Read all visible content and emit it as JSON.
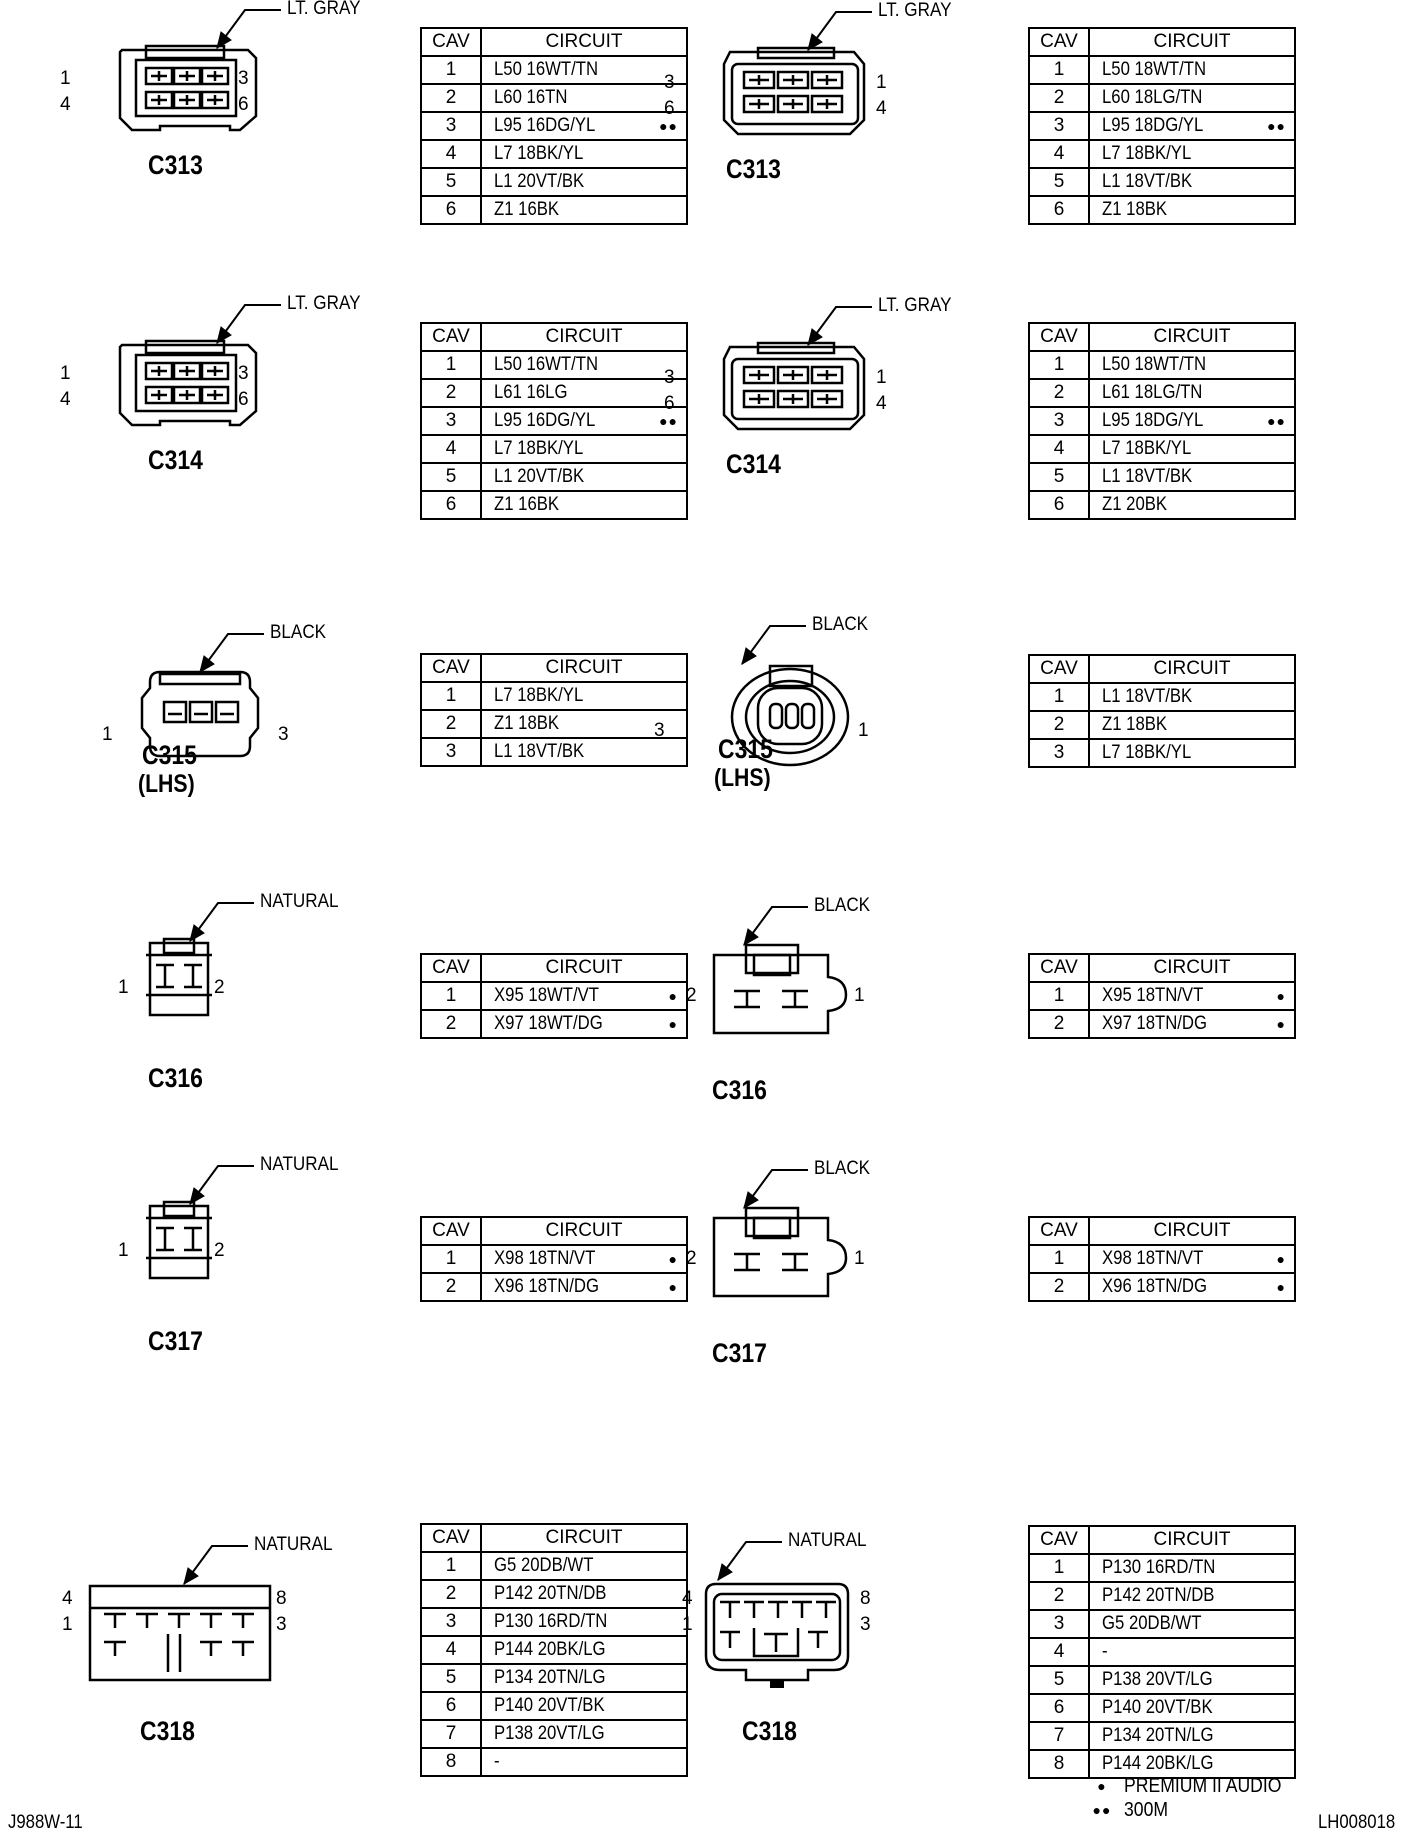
{
  "connectors": [
    {
      "name": "C313",
      "sub": "",
      "color": "LT. GRAY",
      "shape": "six-a",
      "pins": [
        "1",
        "3",
        "4",
        "6"
      ],
      "table": {
        "cav_header": "CAV",
        "circuit_header": "CIRCUIT",
        "rows": [
          {
            "cav": "1",
            "circuit": "L50 16WT/TN",
            "mark": ""
          },
          {
            "cav": "2",
            "circuit": "L60 16TN",
            "mark": ""
          },
          {
            "cav": "3",
            "circuit": "L95 16DG/YL",
            "mark": "●●"
          },
          {
            "cav": "4",
            "circuit": "L7 18BK/YL",
            "mark": ""
          },
          {
            "cav": "5",
            "circuit": "L1 20VT/BK",
            "mark": ""
          },
          {
            "cav": "6",
            "circuit": "Z1 16BK",
            "mark": ""
          }
        ]
      }
    },
    {
      "name": "C313",
      "sub": "",
      "color": "LT. GRAY",
      "shape": "six-b",
      "pins": [
        "3",
        "1",
        "6",
        "4"
      ],
      "table": {
        "cav_header": "CAV",
        "circuit_header": "CIRCUIT",
        "rows": [
          {
            "cav": "1",
            "circuit": "L50 18WT/TN",
            "mark": ""
          },
          {
            "cav": "2",
            "circuit": "L60 18LG/TN",
            "mark": ""
          },
          {
            "cav": "3",
            "circuit": "L95 18DG/YL",
            "mark": "●●"
          },
          {
            "cav": "4",
            "circuit": "L7 18BK/YL",
            "mark": ""
          },
          {
            "cav": "5",
            "circuit": "L1 18VT/BK",
            "mark": ""
          },
          {
            "cav": "6",
            "circuit": "Z1 18BK",
            "mark": ""
          }
        ]
      }
    },
    {
      "name": "C314",
      "sub": "",
      "color": "LT. GRAY",
      "shape": "six-a",
      "pins": [
        "1",
        "3",
        "4",
        "6"
      ],
      "table": {
        "cav_header": "CAV",
        "circuit_header": "CIRCUIT",
        "rows": [
          {
            "cav": "1",
            "circuit": "L50 16WT/TN",
            "mark": ""
          },
          {
            "cav": "2",
            "circuit": "L61 16LG",
            "mark": ""
          },
          {
            "cav": "3",
            "circuit": "L95 16DG/YL",
            "mark": "●●"
          },
          {
            "cav": "4",
            "circuit": "L7 18BK/YL",
            "mark": ""
          },
          {
            "cav": "5",
            "circuit": "L1 20VT/BK",
            "mark": ""
          },
          {
            "cav": "6",
            "circuit": "Z1 16BK",
            "mark": ""
          }
        ]
      }
    },
    {
      "name": "C314",
      "sub": "",
      "color": "LT. GRAY",
      "shape": "six-b",
      "pins": [
        "3",
        "1",
        "6",
        "4"
      ],
      "table": {
        "cav_header": "CAV",
        "circuit_header": "CIRCUIT",
        "rows": [
          {
            "cav": "1",
            "circuit": "L50 18WT/TN",
            "mark": ""
          },
          {
            "cav": "2",
            "circuit": "L61 18LG/TN",
            "mark": ""
          },
          {
            "cav": "3",
            "circuit": "L95 18DG/YL",
            "mark": "●●"
          },
          {
            "cav": "4",
            "circuit": "L7 18BK/YL",
            "mark": ""
          },
          {
            "cav": "5",
            "circuit": "L1 18VT/BK",
            "mark": ""
          },
          {
            "cav": "6",
            "circuit": "Z1 20BK",
            "mark": ""
          }
        ]
      }
    },
    {
      "name": "C315",
      "sub": "(LHS)",
      "color": "BLACK",
      "shape": "three-a",
      "pins": [
        "1",
        "3"
      ],
      "table": {
        "cav_header": "CAV",
        "circuit_header": "CIRCUIT",
        "rows": [
          {
            "cav": "1",
            "circuit": "L7 18BK/YL",
            "mark": ""
          },
          {
            "cav": "2",
            "circuit": "Z1 18BK",
            "mark": ""
          },
          {
            "cav": "3",
            "circuit": "L1 18VT/BK",
            "mark": ""
          }
        ]
      }
    },
    {
      "name": "C315",
      "sub": "(LHS)",
      "color": "BLACK",
      "shape": "three-b",
      "pins": [
        "3",
        "1"
      ],
      "table": {
        "cav_header": "CAV",
        "circuit_header": "CIRCUIT",
        "rows": [
          {
            "cav": "1",
            "circuit": "L1 18VT/BK",
            "mark": ""
          },
          {
            "cav": "2",
            "circuit": "Z1 18BK",
            "mark": ""
          },
          {
            "cav": "3",
            "circuit": "L7 18BK/YL",
            "mark": ""
          }
        ]
      }
    },
    {
      "name": "C316",
      "sub": "",
      "color": "NATURAL",
      "shape": "two-a",
      "pins": [
        "1",
        "2"
      ],
      "table": {
        "cav_header": "CAV",
        "circuit_header": "CIRCUIT",
        "rows": [
          {
            "cav": "1",
            "circuit": "X95 18WT/VT",
            "mark": "●"
          },
          {
            "cav": "2",
            "circuit": "X97 18WT/DG",
            "mark": "●"
          }
        ]
      }
    },
    {
      "name": "C316",
      "sub": "",
      "color": "BLACK",
      "shape": "two-b",
      "pins": [
        "2",
        "1"
      ],
      "table": {
        "cav_header": "CAV",
        "circuit_header": "CIRCUIT",
        "rows": [
          {
            "cav": "1",
            "circuit": "X95 18TN/VT",
            "mark": "●"
          },
          {
            "cav": "2",
            "circuit": "X97 18TN/DG",
            "mark": "●"
          }
        ]
      }
    },
    {
      "name": "C317",
      "sub": "",
      "color": "NATURAL",
      "shape": "two-a",
      "pins": [
        "1",
        "2"
      ],
      "table": {
        "cav_header": "CAV",
        "circuit_header": "CIRCUIT",
        "rows": [
          {
            "cav": "1",
            "circuit": "X98 18TN/VT",
            "mark": "●"
          },
          {
            "cav": "2",
            "circuit": "X96 18TN/DG",
            "mark": "●"
          }
        ]
      }
    },
    {
      "name": "C317",
      "sub": "",
      "color": "BLACK",
      "shape": "two-b",
      "pins": [
        "2",
        "1"
      ],
      "table": {
        "cav_header": "CAV",
        "circuit_header": "CIRCUIT",
        "rows": [
          {
            "cav": "1",
            "circuit": "X98 18TN/VT",
            "mark": "●"
          },
          {
            "cav": "2",
            "circuit": "X96 18TN/DG",
            "mark": "●"
          }
        ]
      }
    },
    {
      "name": "C318",
      "sub": "",
      "color": "NATURAL",
      "shape": "eight-a",
      "pins": [
        "4",
        "8",
        "1",
        "3"
      ],
      "table": {
        "cav_header": "CAV",
        "circuit_header": "CIRCUIT",
        "rows": [
          {
            "cav": "1",
            "circuit": "G5 20DB/WT",
            "mark": ""
          },
          {
            "cav": "2",
            "circuit": "P142 20TN/DB",
            "mark": ""
          },
          {
            "cav": "3",
            "circuit": "P130 16RD/TN",
            "mark": ""
          },
          {
            "cav": "4",
            "circuit": "P144 20BK/LG",
            "mark": ""
          },
          {
            "cav": "5",
            "circuit": "P134 20TN/LG",
            "mark": ""
          },
          {
            "cav": "6",
            "circuit": "P140 20VT/BK",
            "mark": ""
          },
          {
            "cav": "7",
            "circuit": "P138 20VT/LG",
            "mark": ""
          },
          {
            "cav": "8",
            "circuit": "-",
            "mark": ""
          }
        ]
      }
    },
    {
      "name": "C318",
      "sub": "",
      "color": "NATURAL",
      "shape": "eight-b",
      "pins": [
        "4",
        "8",
        "1",
        "3"
      ],
      "table": {
        "cav_header": "CAV",
        "circuit_header": "CIRCUIT",
        "rows": [
          {
            "cav": "1",
            "circuit": "P130 16RD/TN",
            "mark": ""
          },
          {
            "cav": "2",
            "circuit": "P142 20TN/DB",
            "mark": ""
          },
          {
            "cav": "3",
            "circuit": "G5 20DB/WT",
            "mark": ""
          },
          {
            "cav": "4",
            "circuit": "-",
            "mark": ""
          },
          {
            "cav": "5",
            "circuit": "P138 20VT/LG",
            "mark": ""
          },
          {
            "cav": "6",
            "circuit": "P140 20VT/BK",
            "mark": ""
          },
          {
            "cav": "7",
            "circuit": "P134 20TN/LG",
            "mark": ""
          },
          {
            "cav": "8",
            "circuit": "P144 20BK/LG",
            "mark": ""
          }
        ]
      }
    }
  ],
  "legend": [
    {
      "symbol": "●",
      "text": "PREMIUM II AUDIO"
    },
    {
      "symbol": "●●",
      "text": "300M"
    }
  ],
  "footer": {
    "left": "J988W-11",
    "right": "LH008018"
  }
}
